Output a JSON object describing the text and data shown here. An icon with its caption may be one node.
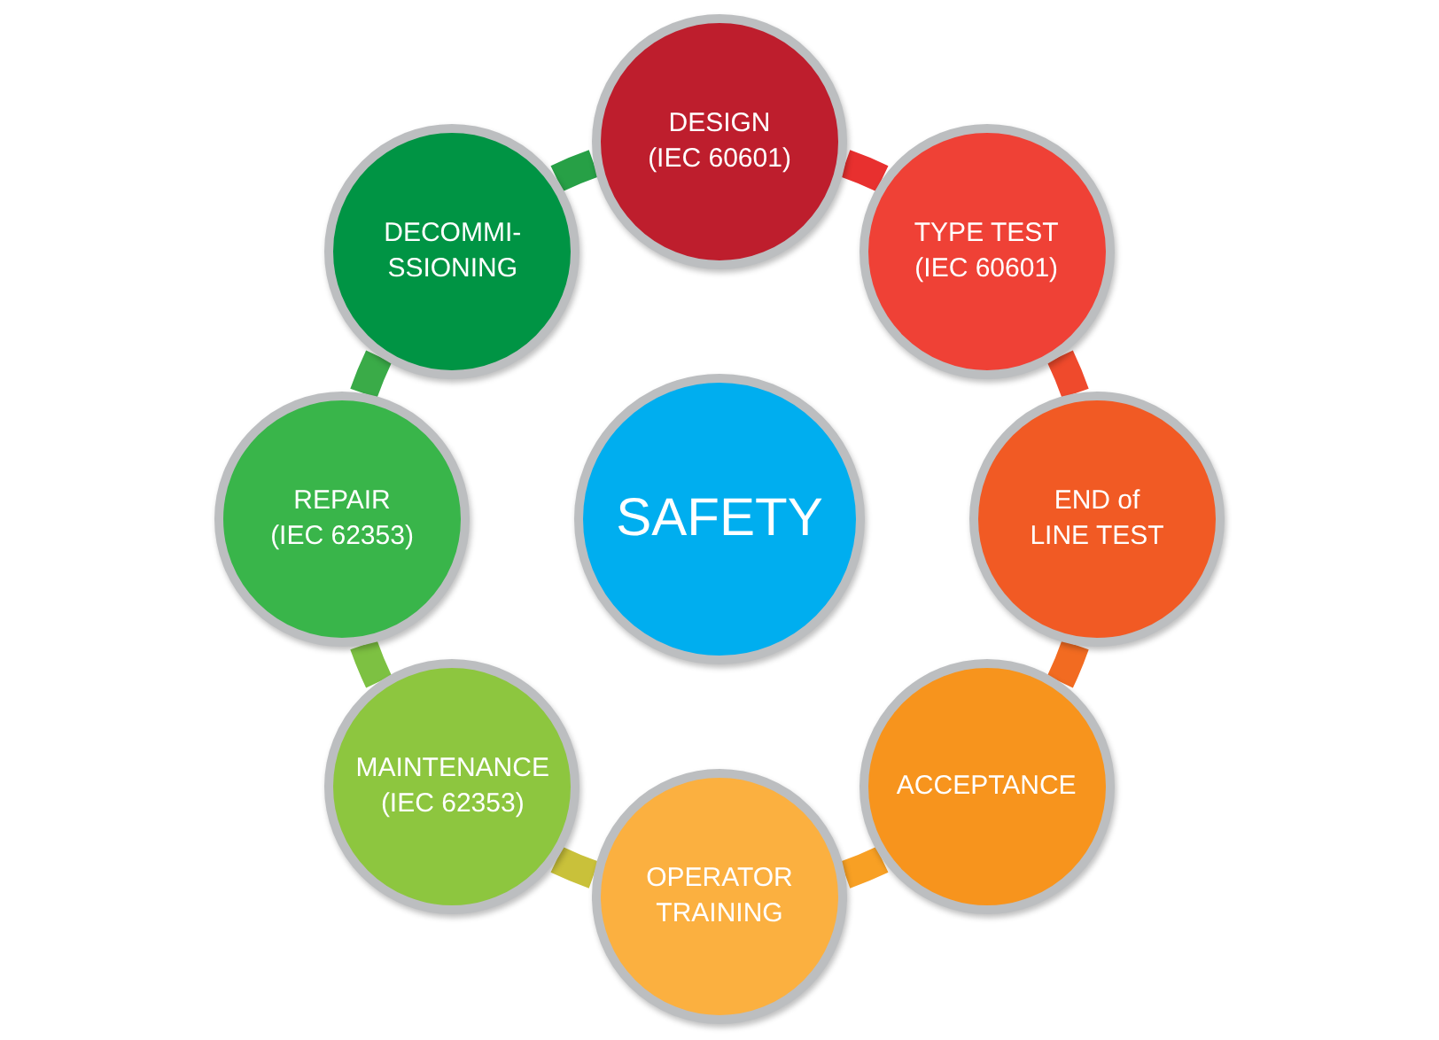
{
  "diagram": {
    "nodes": [
      {
        "text": [
          "DESIGN",
          "(IEC 60601)"
        ]
      },
      {
        "text": [
          "TYPE TEST",
          "(IEC 60601)"
        ]
      },
      {
        "text": [
          "END of",
          "LINE TEST"
        ]
      },
      {
        "text": [
          "ACCEPTANCE"
        ]
      },
      {
        "text": [
          "OPERATOR",
          "TRAINING"
        ]
      },
      {
        "text": [
          "MAINTENANCE",
          "(IEC 62353)"
        ]
      },
      {
        "text": [
          "REPAIR",
          "(IEC 62353)"
        ]
      },
      {
        "text": [
          "DECOMMI-",
          "SSIONING"
        ]
      },
      {
        "text": [
          "SAFETY"
        ]
      }
    ],
    "edges": [
      {
        "from": 0,
        "to": 1,
        "arrow": "none",
        "color": "#e8302f"
      },
      {
        "from": 1,
        "to": 2,
        "arrow": "none",
        "color": "#ef4a2c"
      },
      {
        "from": 2,
        "to": 3,
        "arrow": "none",
        "color": "#f26b21"
      },
      {
        "from": 3,
        "to": 4,
        "arrow": "none",
        "color": "#f8a024"
      },
      {
        "from": 4,
        "to": 5,
        "arrow": "none",
        "color": "#c9c13a"
      },
      {
        "from": 5,
        "to": 6,
        "arrow": "none",
        "color": "#7dc142"
      },
      {
        "from": 6,
        "to": 7,
        "arrow": "none",
        "color": "#3aab48"
      },
      {
        "from": 7,
        "to": 0,
        "arrow": "none",
        "color": "#27a046"
      }
    ]
  }
}
